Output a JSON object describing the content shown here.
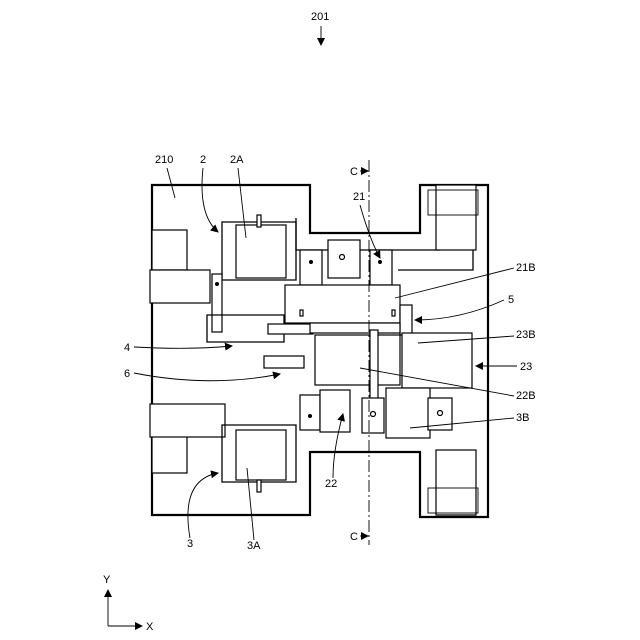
{
  "figure_ref": "201",
  "section": {
    "top": "C",
    "bottom": "C"
  },
  "labels": {
    "l210": "210",
    "l2": "2",
    "l2A": "2A",
    "l21": "21",
    "l21B": "21B",
    "l5": "5",
    "l23B": "23B",
    "l23": "23",
    "l4": "4",
    "l6": "6",
    "l22B": "22B",
    "l3B": "3B",
    "l22": "22",
    "l3": "3",
    "l3A": "3A"
  },
  "axes": {
    "y": "Y",
    "x": "X"
  }
}
